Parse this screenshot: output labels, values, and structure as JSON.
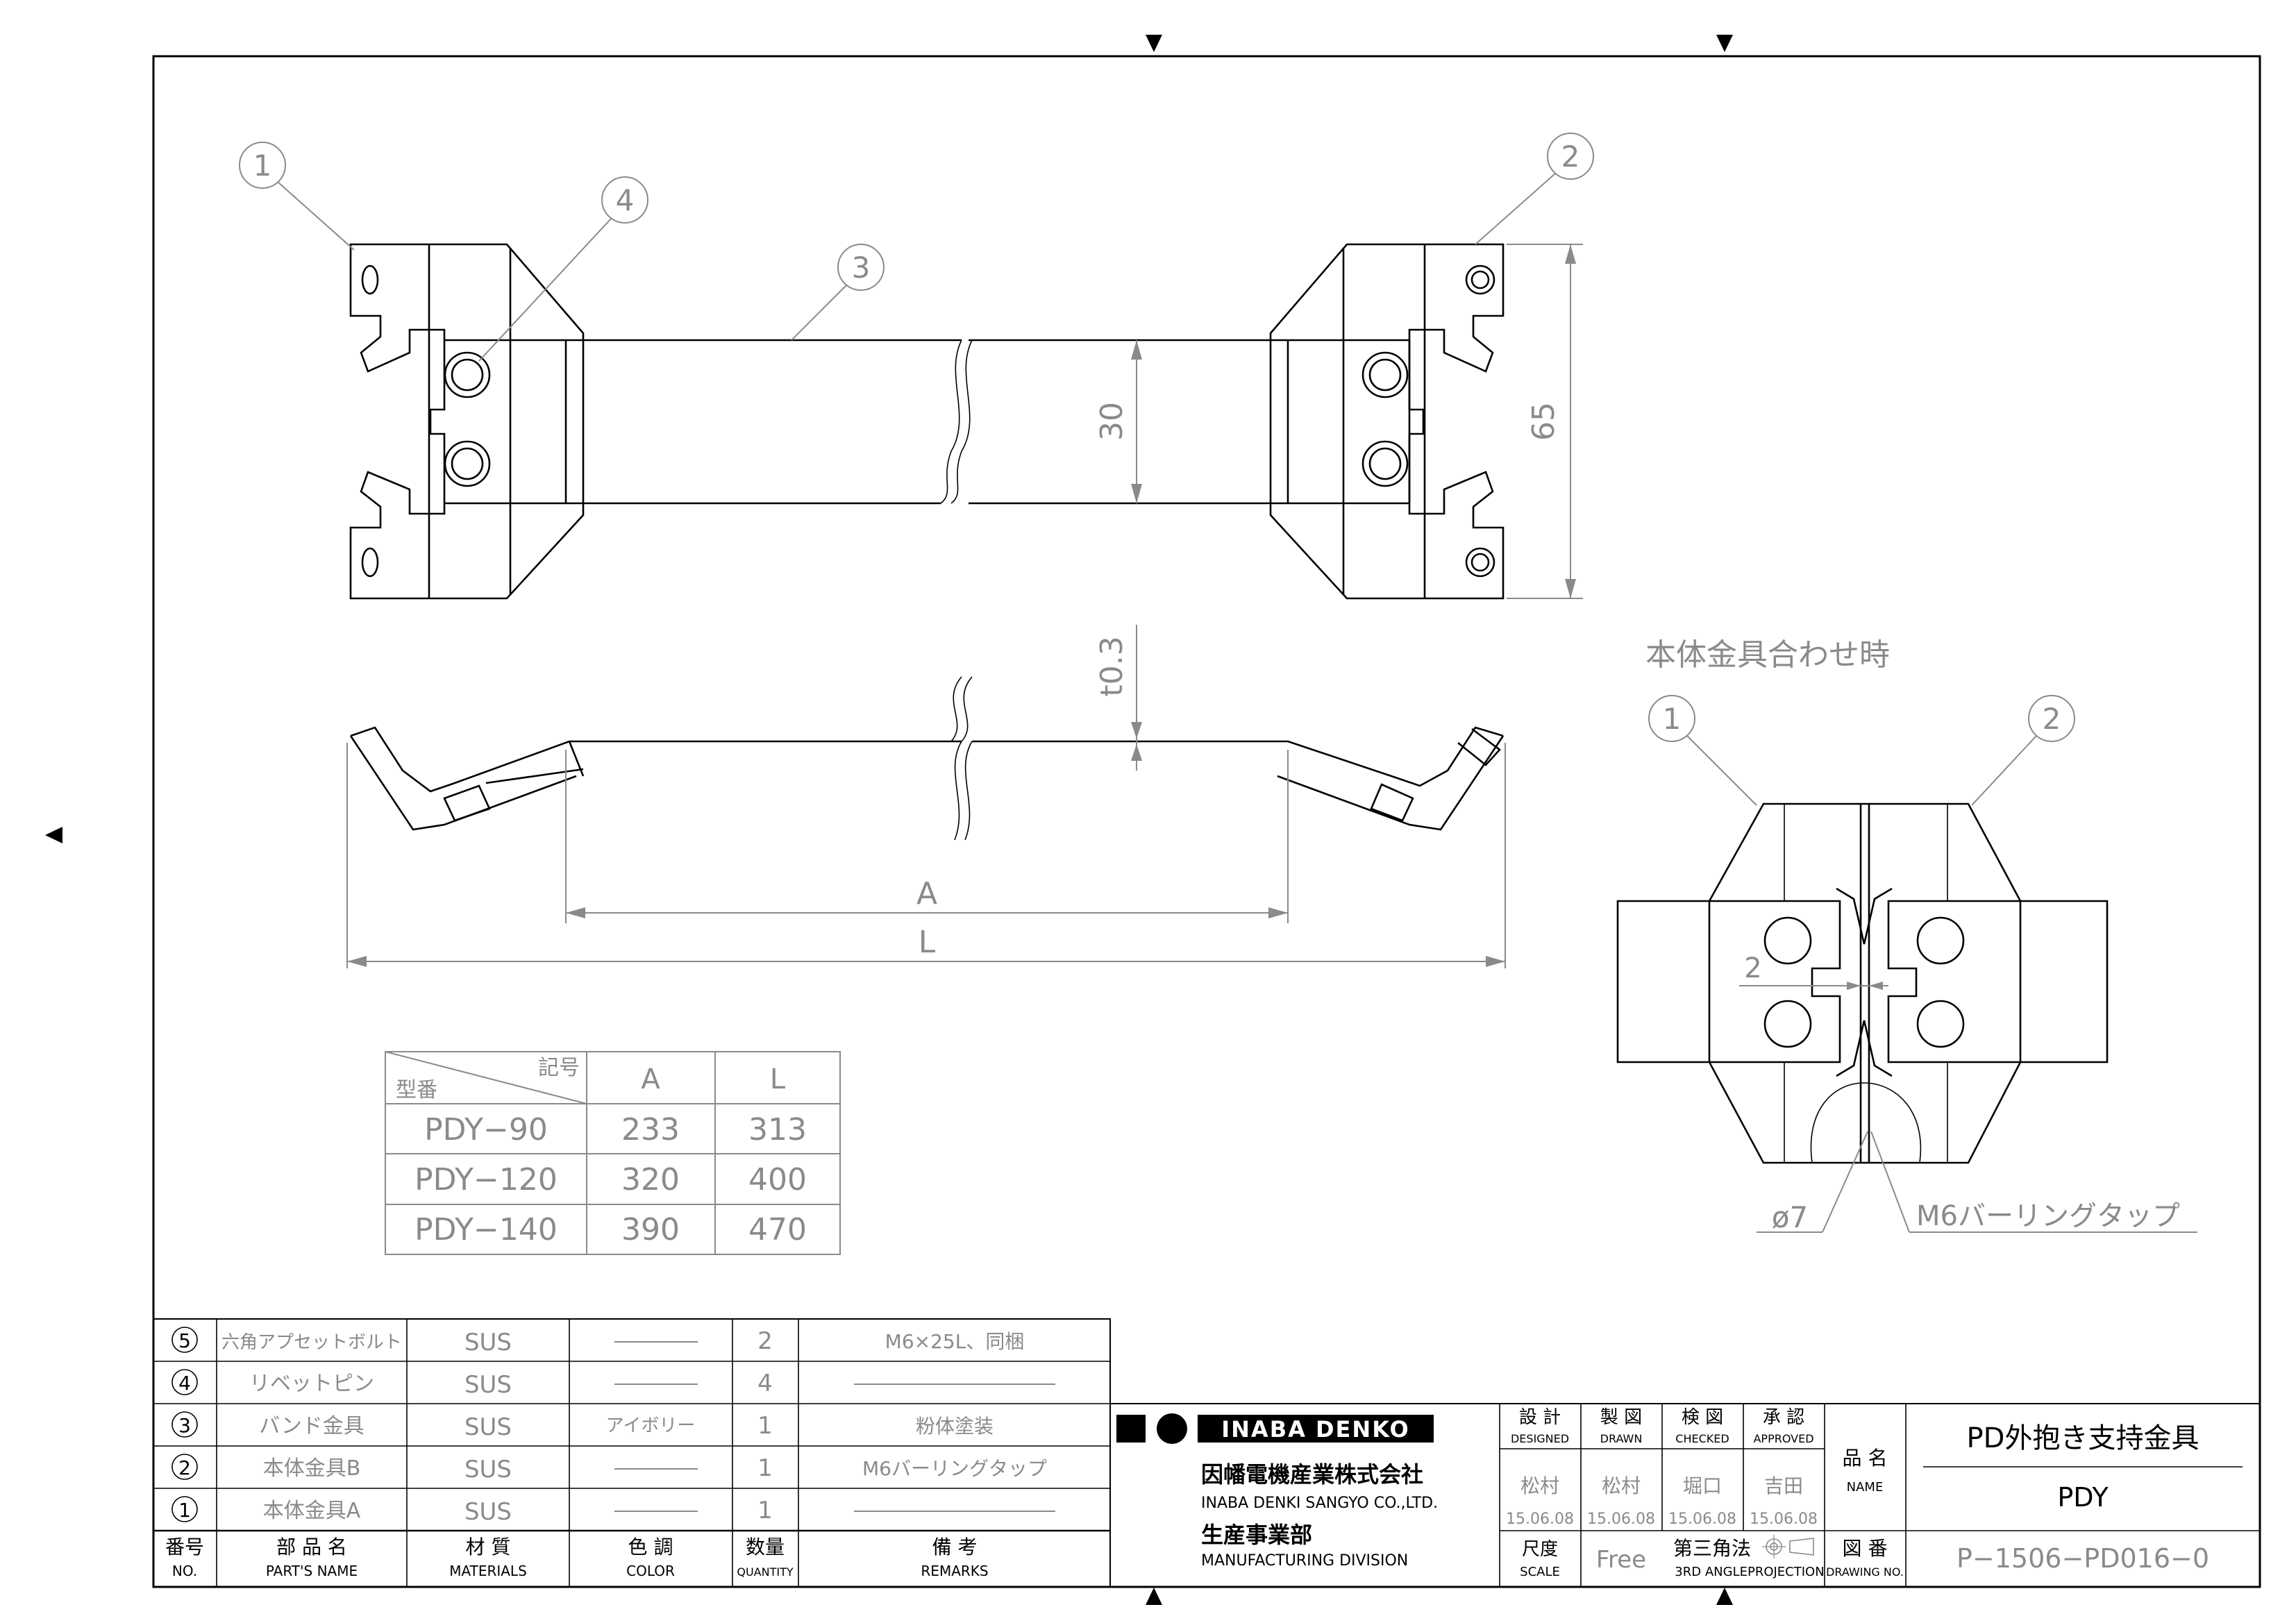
{
  "views": {
    "combined_label": "本体金具合わせ時",
    "balloons": [
      "1",
      "2",
      "3",
      "4"
    ],
    "dims": {
      "height_65": "65",
      "band_30": "30",
      "thickness": "t0.3",
      "a": "A",
      "l": "L",
      "gap_2": "2",
      "hole": "ø7",
      "tap": "M6バーリングタップ"
    }
  },
  "size_table": {
    "corner_top": "記号",
    "corner_bottom": "型番",
    "columns": [
      "A",
      "L"
    ],
    "rows": [
      {
        "model": "PDY−90",
        "a": "233",
        "l": "313"
      },
      {
        "model": "PDY−120",
        "a": "320",
        "l": "400"
      },
      {
        "model": "PDY−140",
        "a": "390",
        "l": "470"
      }
    ]
  },
  "parts_list": {
    "rows": [
      {
        "no": "5",
        "name": "六角アプセットボルト",
        "material": "SUS",
        "color": "",
        "qty": "2",
        "remarks": "M6×25L、同梱"
      },
      {
        "no": "4",
        "name": "リベットピン",
        "material": "SUS",
        "color": "",
        "qty": "4",
        "remarks": ""
      },
      {
        "no": "3",
        "name": "バンド金具",
        "material": "SUS",
        "color": "アイボリー",
        "qty": "1",
        "remarks": "粉体塗装"
      },
      {
        "no": "2",
        "name": "本体金具B",
        "material": "SUS",
        "color": "",
        "qty": "1",
        "remarks": "M6バーリングタップ"
      },
      {
        "no": "1",
        "name": "本体金具A",
        "material": "SUS",
        "color": "",
        "qty": "1",
        "remarks": ""
      }
    ],
    "header": {
      "no": "番号",
      "no_en": "NO.",
      "name": "部 品 名",
      "name_en": "PART'S NAME",
      "material": "材 質",
      "material_en": "MATERIALS",
      "color": "色 調",
      "color_en": "COLOR",
      "qty": "数量",
      "qty_en": "QUANTITY",
      "remarks": "備 考",
      "remarks_en": "REMARKS"
    }
  },
  "title_block": {
    "logo_text": "INABA DENKO",
    "company_jp": "因幡電機産業株式会社",
    "company_en": "INABA DENKI SANGYO CO.,LTD.",
    "division_jp": "生産事業部",
    "division_en": "MANUFACTURING DIVISION",
    "designed_label": "設 計",
    "designed_en": "DESIGNED",
    "drawn_label": "製 図",
    "drawn_en": "DRAWN",
    "checked_label": "検 図",
    "checked_en": "CHECKED",
    "approved_label": "承 認",
    "approved_en": "APPROVED",
    "designed_by": "松村",
    "drawn_by": "松村",
    "checked_by": "堀口",
    "approved_by": "吉田",
    "designed_date": "15.06.08",
    "drawn_date": "15.06.08",
    "checked_date": "15.06.08",
    "approved_date": "15.06.08",
    "scale_label": "尺度",
    "scale_en": "SCALE",
    "scale_value": "Free",
    "projection_label": "第三角法",
    "projection_en": "3RD ANGLEPROJECTION",
    "name_label": "品 名",
    "name_en": "NAME",
    "product_name": "PD外抱き支持金具",
    "product_model": "PDY",
    "drawing_label": "図 番",
    "drawing_en": "DRAWING NO.",
    "drawing_no": "P−1506−PD016−0"
  }
}
